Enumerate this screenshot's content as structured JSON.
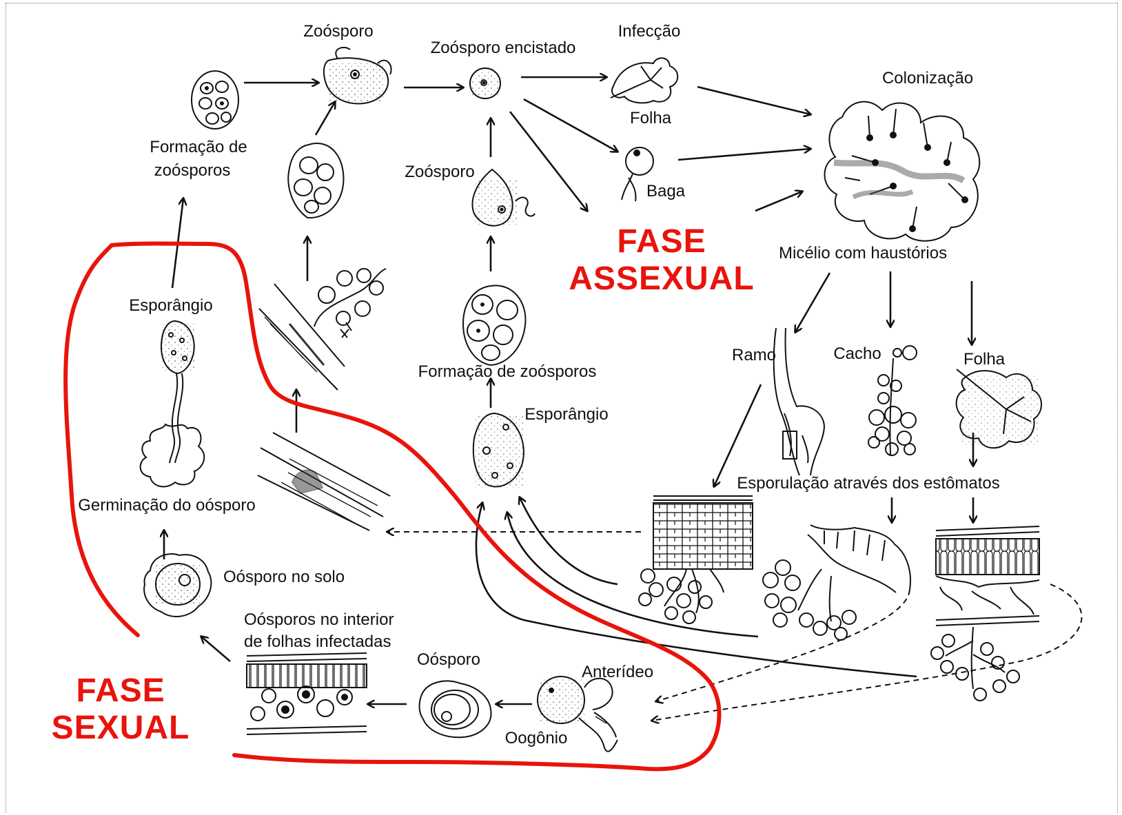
{
  "diagram": {
    "phases": {
      "asexual_line1": "FASE",
      "asexual_line2": "ASSEXUAL",
      "sexual_line1": "FASE",
      "sexual_line2": "SEXUAL"
    },
    "labels": {
      "zoosporo_top": "Zoósporo",
      "zoosporo_encistado": "Zoósporo encistado",
      "infeccao": "Infecção",
      "folha_top": "Folha",
      "baga": "Baga",
      "colonizacao": "Colonização",
      "formacao_zoosporos_left_1": "Formação de",
      "formacao_zoosporos_left_2": "zoósporos",
      "zoosporo_mid": "Zoósporo",
      "micelio": "Micélio com haustórios",
      "esporangio_left": "Esporângio",
      "formacao_zoosporos_mid": "Formação de zoósporos",
      "esporangio_mid": "Esporângio",
      "ramo": "Ramo",
      "cacho": "Cacho",
      "folha_right": "Folha",
      "esporulacao": "Esporulação através dos estômatos",
      "germinacao": "Germinação do oósporo",
      "oosporo_solo": "Oósporo no solo",
      "oosporos_interior_1": "Oósporos no interior",
      "oosporos_interior_2": "de folhas infectadas",
      "oosporo": "Oósporo",
      "anterideo": "Anterídeo",
      "oogonio": "Oogônio"
    },
    "colors": {
      "phase_red": "#e8140c",
      "ink": "#111111"
    }
  }
}
